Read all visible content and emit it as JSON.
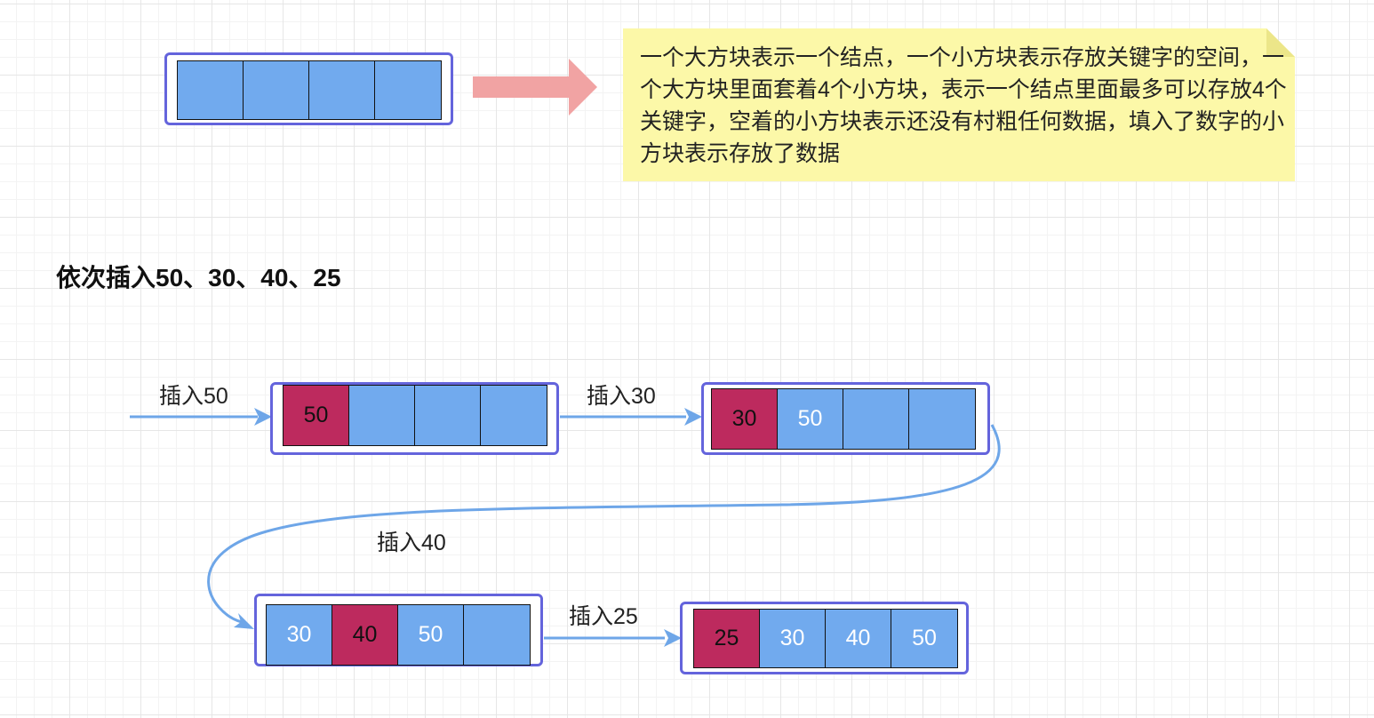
{
  "legend": {
    "note": "一个大方块表示一个结点，一个小方块表示存放关键字的空间，一个大方块里面套着4个小方块，表示一个结点里面最多可以存放4个关键字，空着的小方块表示还没有村粗任何数据，填入了数字的小方块表示存放了数据",
    "node": {
      "slots": [
        "",
        "",
        "",
        ""
      ]
    }
  },
  "heading": "依次插入50、30、40、25",
  "steps": [
    {
      "label": "插入50",
      "slots": [
        "50",
        "",
        "",
        ""
      ],
      "highlight": 0
    },
    {
      "label": "插入30",
      "slots": [
        "30",
        "50",
        "",
        ""
      ],
      "highlight": 0
    },
    {
      "label": "插入40",
      "slots": [
        "30",
        "40",
        "50",
        ""
      ],
      "highlight": 1
    },
    {
      "label": "插入25",
      "slots": [
        "25",
        "30",
        "40",
        "50"
      ],
      "highlight": 0
    }
  ],
  "colors": {
    "node_border": "#6464dc",
    "slot_empty": "#71aaee",
    "slot_inserted": "#bd2a5e",
    "arrow": "#6ea6e8",
    "big_arrow": "#f1a3a3",
    "note_bg": "#fcf8a8"
  }
}
